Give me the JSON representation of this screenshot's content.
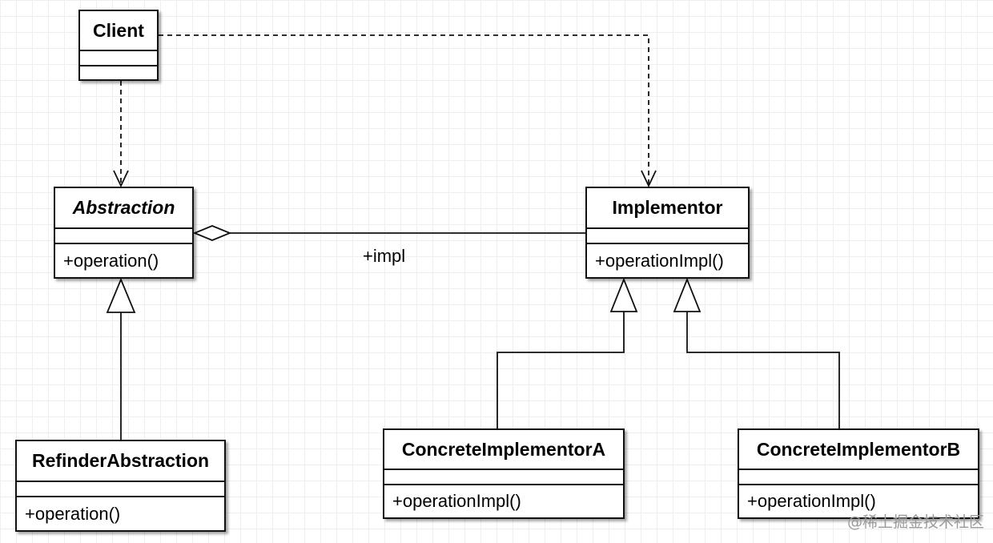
{
  "classes": {
    "client": {
      "name": "Client",
      "operations": []
    },
    "abstraction": {
      "name": "Abstraction",
      "abstract": true,
      "operations": [
        "+operation()"
      ]
    },
    "implementor": {
      "name": "Implementor",
      "operations": [
        "+operationImpl()"
      ]
    },
    "refined_abstraction": {
      "name": "RefinderAbstraction",
      "operations": [
        "+operation()"
      ]
    },
    "concrete_a": {
      "name": "ConcreteImplementorA",
      "operations": [
        "+operationImpl()"
      ]
    },
    "concrete_b": {
      "name": "ConcreteImplementorB",
      "operations": [
        "+operationImpl()"
      ]
    }
  },
  "relations": {
    "client_to_abstraction": {
      "type": "dependency"
    },
    "client_to_implementor": {
      "type": "dependency"
    },
    "abstraction_implementor": {
      "type": "aggregation",
      "label": "+impl"
    },
    "refined_to_abstraction": {
      "type": "generalization"
    },
    "a_to_implementor": {
      "type": "generalization"
    },
    "b_to_implementor": {
      "type": "generalization"
    }
  },
  "watermark": "@稀土掘金技术社区"
}
